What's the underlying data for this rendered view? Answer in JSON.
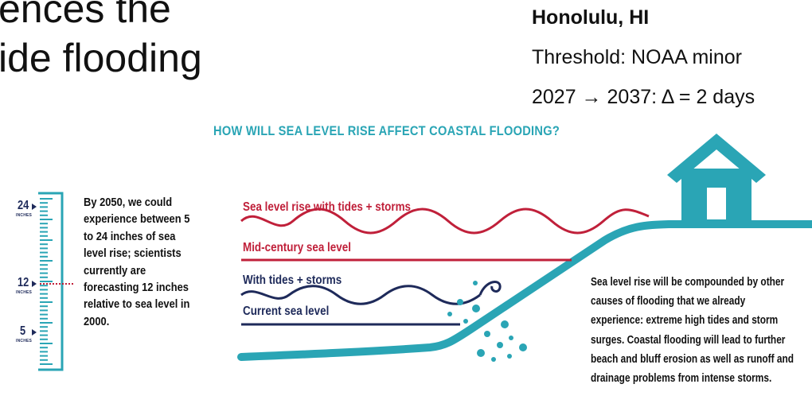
{
  "slide": {
    "title_line1": "ences the",
    "title_line2": "ide flooding"
  },
  "station": {
    "name": "Honolulu, HI",
    "threshold": "Threshold: NOAA minor",
    "range": "2027 → 2037: Δ = 2 days"
  },
  "infographic": {
    "title": "HOW WILL SEA LEVEL RISE AFFECT COASTAL FLOODING?",
    "ruler": {
      "marks": [
        {
          "value": "24",
          "unit": "INCHES"
        },
        {
          "value": "12",
          "unit": "INCHES"
        },
        {
          "value": "5",
          "unit": "INCHES"
        }
      ]
    },
    "left_text": "By 2050, we could experience between 5 to 24 inches of sea level rise; scientists currently are forecasting 12 inches relative to sea level in 2000.",
    "lines": {
      "sea_level_rise": "Sea level rise with tides + storms",
      "mid_century": "Mid-century sea level",
      "with_tides": "With tides + storms",
      "current": "Current sea level"
    },
    "right_text": "Sea level rise will be compounded by other causes of flooding that we already experience: extreme high tides and storm surges. Coastal flooding will lead to further beach and bluff erosion as well as runoff and drainage problems from intense storms.",
    "colors": {
      "teal": "#2aa5b5",
      "red": "#c0203a",
      "navy": "#1e2a5a"
    },
    "icons": [
      "house-icon",
      "ruler-icon",
      "wave-icon",
      "splash-dots-icon"
    ]
  }
}
